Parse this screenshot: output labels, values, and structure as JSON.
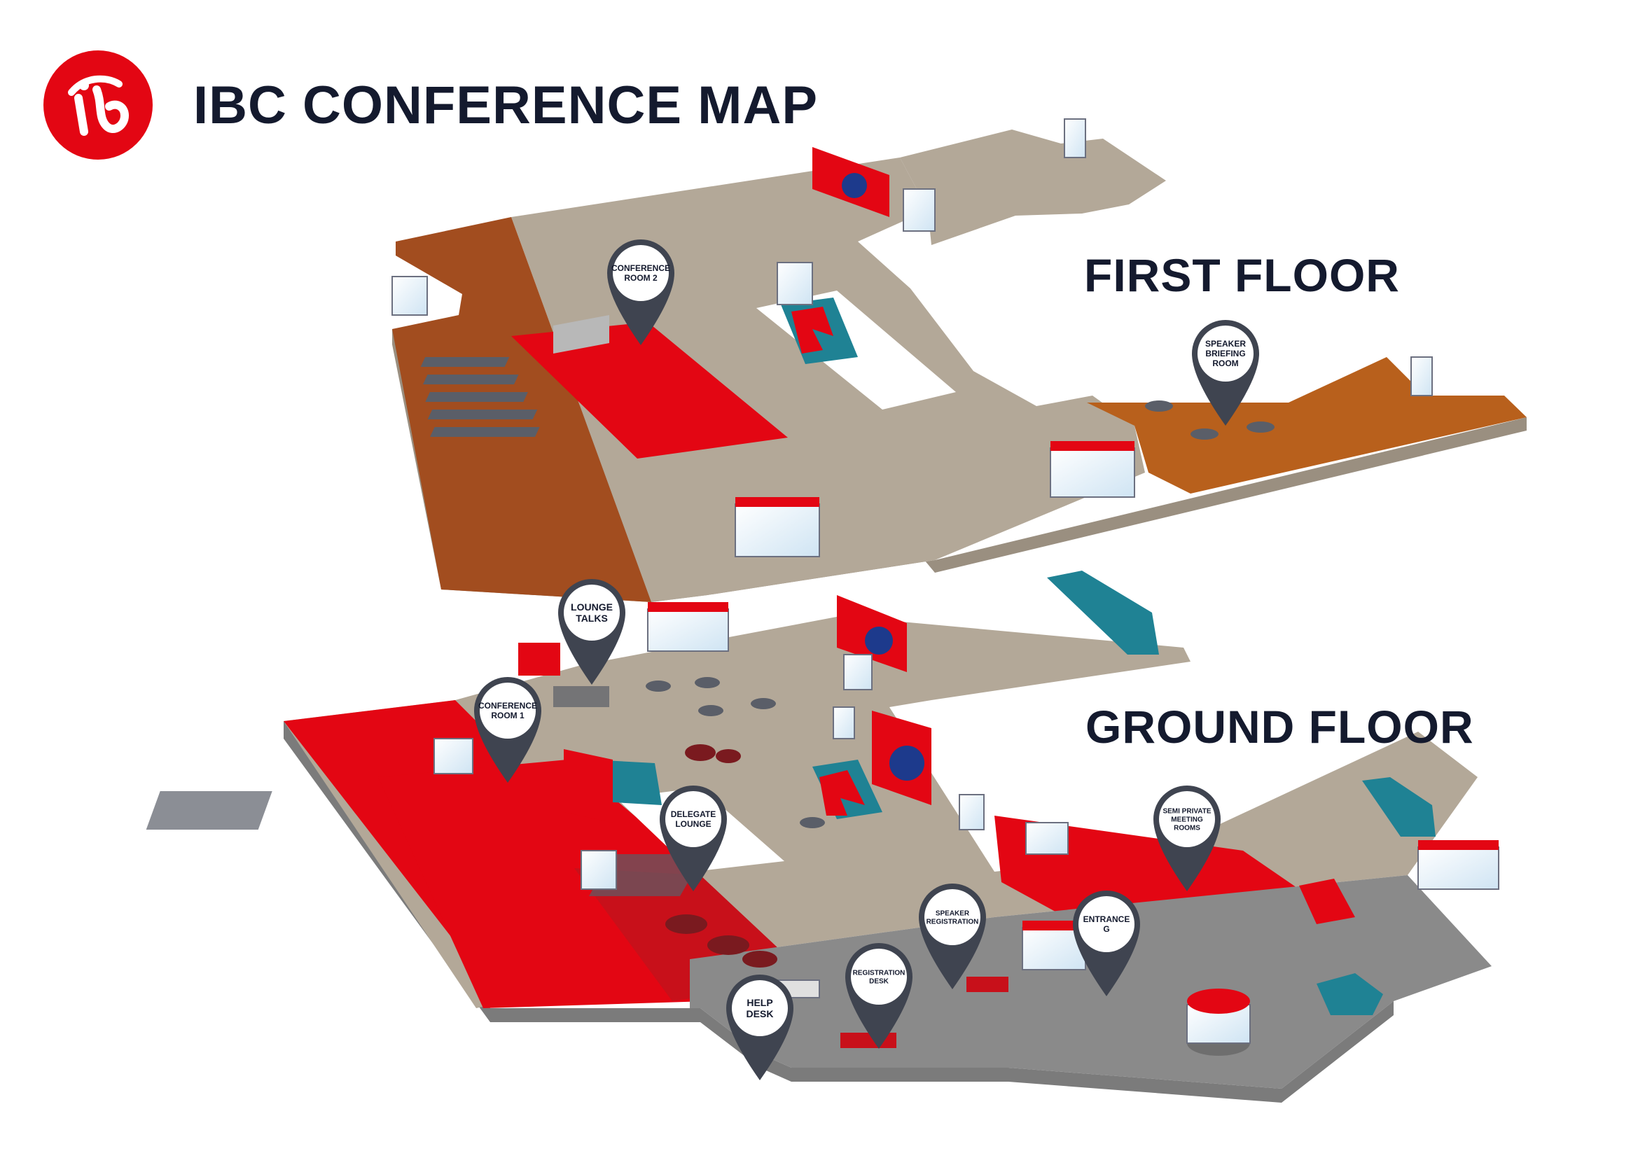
{
  "header": {
    "title": "IBC CONFERENCE MAP",
    "logo_icon": "ibc-logo-icon"
  },
  "floors": {
    "first": "FIRST FLOOR",
    "ground": "GROUND FLOOR"
  },
  "pins": [
    {
      "id": "conference-room-2",
      "floor": "first",
      "lines": [
        "CONFERENCE",
        "ROOM 2"
      ]
    },
    {
      "id": "speaker-briefing-room",
      "floor": "first",
      "lines": [
        "SPEAKER",
        "BRIEFING",
        "ROOM"
      ]
    },
    {
      "id": "lounge-talks",
      "floor": "ground",
      "lines": [
        "LOUNGE",
        "TALKS"
      ]
    },
    {
      "id": "conference-room-1",
      "floor": "ground",
      "lines": [
        "CONFERENCE",
        "ROOM 1"
      ]
    },
    {
      "id": "delegate-lounge",
      "floor": "ground",
      "lines": [
        "DELEGATE",
        "LOUNGE"
      ]
    },
    {
      "id": "semi-private-meeting-rooms",
      "floor": "ground",
      "lines": [
        "SEMI PRIVATE",
        "MEETING",
        "ROOMS"
      ]
    },
    {
      "id": "speaker-registration",
      "floor": "ground",
      "lines": [
        "SPEAKER",
        "REGISTRATION"
      ]
    },
    {
      "id": "entrance-g",
      "floor": "ground",
      "lines": [
        "ENTRANCE",
        "G"
      ]
    },
    {
      "id": "registration-desk",
      "floor": "ground",
      "lines": [
        "REGISTRATION",
        "DESK"
      ]
    },
    {
      "id": "help-desk",
      "floor": "ground",
      "lines": [
        "HELP",
        "DESK"
      ]
    }
  ],
  "colors": {
    "brand_red": "#e30613",
    "dark_navy": "#141a2e",
    "floor_beige": "#b3a898",
    "floor_orange": "#b8601c",
    "floor_brown": "#a24d1f",
    "floor_grey": "#7d7d7d",
    "stair_teal": "#1f8294",
    "pin_dark": "#3f4450"
  }
}
